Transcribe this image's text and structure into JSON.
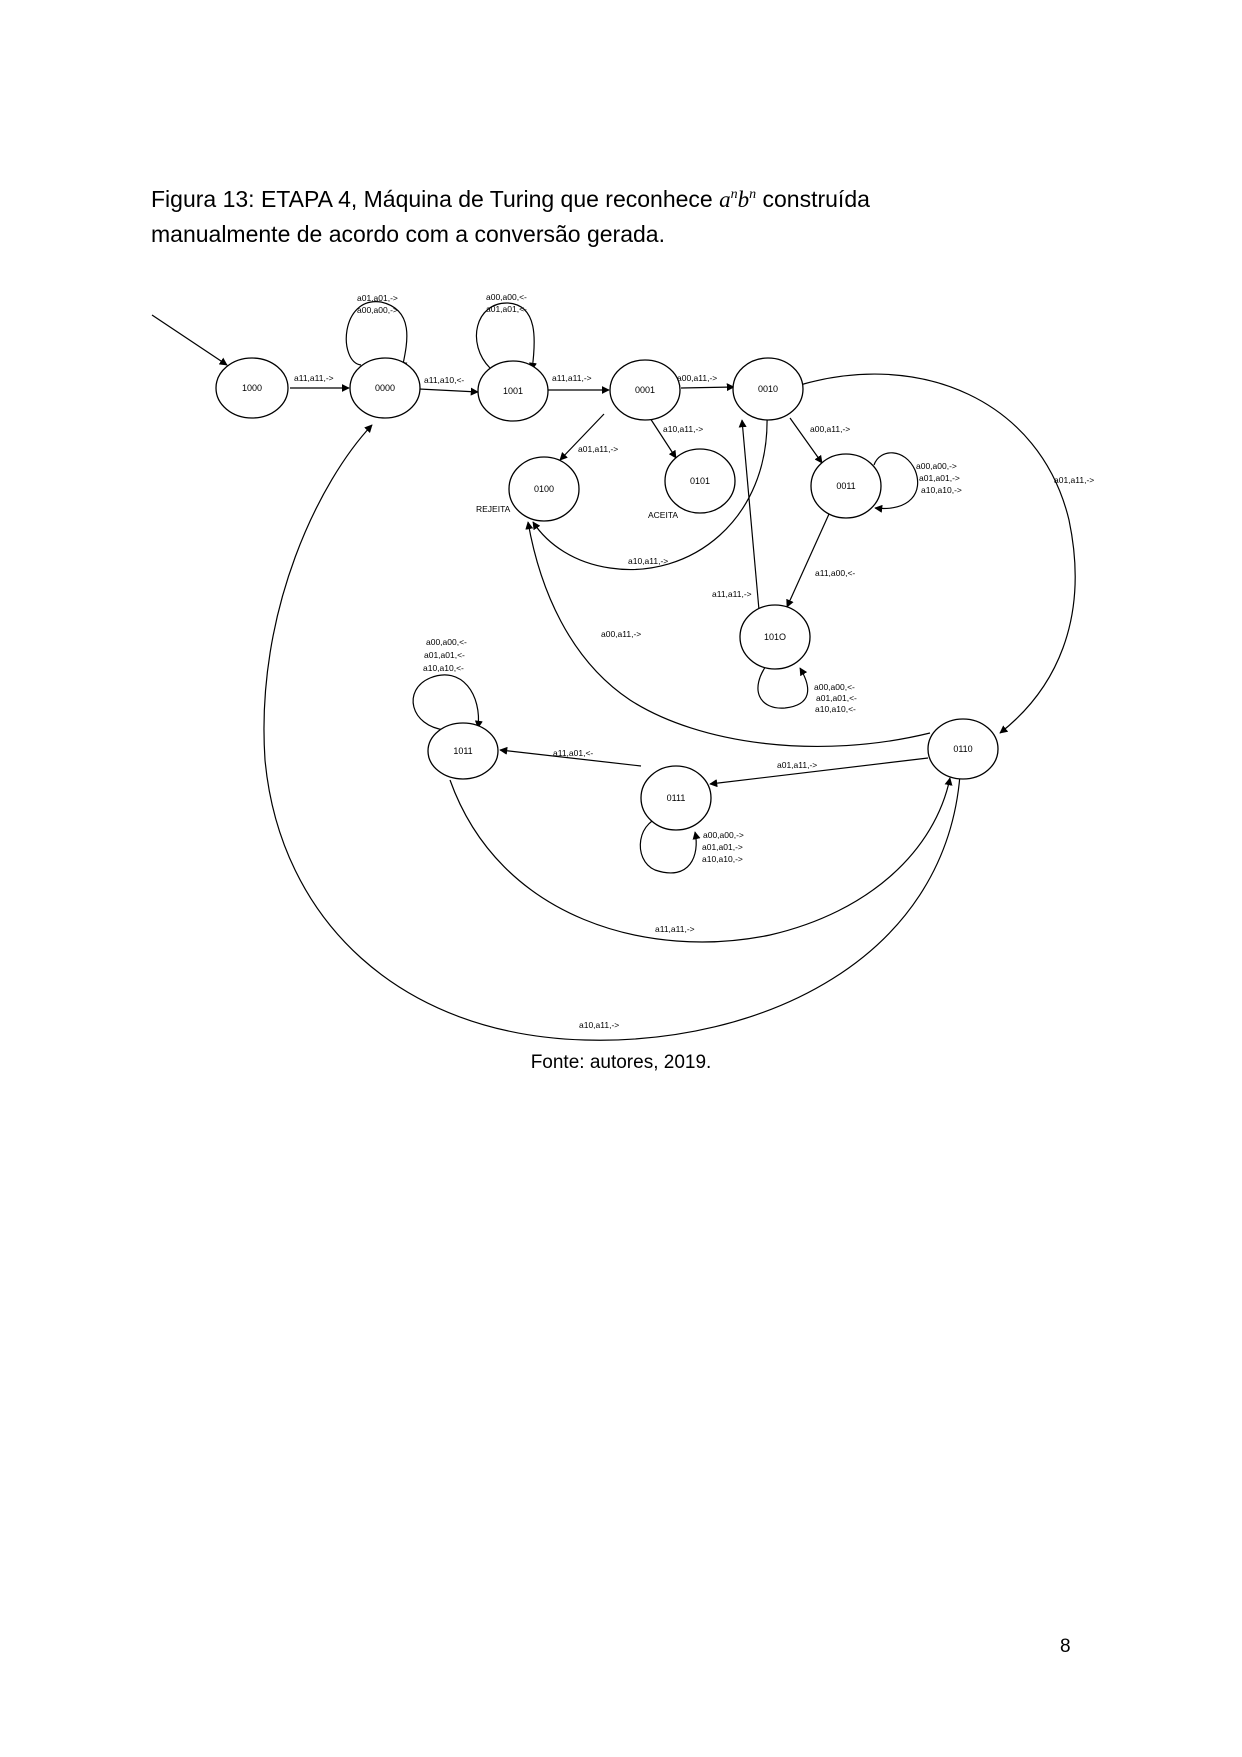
{
  "caption": {
    "prefix": "Figura 13: ETAPA 4, Máquina de Turing que reconhece",
    "math_a": "a",
    "math_sup1": "n",
    "math_b": "b",
    "math_sup2": "n",
    "suffix_line1": "construída",
    "line2": "manualmente de acordo com a conversão gerada."
  },
  "diagram": {
    "states": {
      "s1000": "1000",
      "s0000": "0000",
      "s1001": "1001",
      "s0001": "0001",
      "s0010": "0010",
      "s0100": "0100",
      "s0101": "0101",
      "s0011": "0011",
      "s1010": "101O",
      "s1011": "1011",
      "s0111": "0111",
      "s0110": "0110"
    },
    "tags": {
      "rejeita": "REJEITA",
      "aceita": "ACEITA"
    },
    "edges": {
      "e1000_0000": "a11,a11,->",
      "loop0000_l1": "a01,a01,->",
      "loop0000_l2": "a00,a00,->",
      "e0000_1001": "a11,a10,<-",
      "loop1001_l1": "a00,a00,<-",
      "loop1001_l2": "a01,a01,<-",
      "e1001_0001": "a11,a11,->",
      "e0001_0010": "a00,a11,->",
      "e0001_0101": "a10,a11,->",
      "e0001_0100": "a01,a11,->",
      "e0010_0011": "a00,a11,->",
      "loop0011_l1": "a00,a00,->",
      "loop0011_l2": "a01,a01,->",
      "loop0011_l3": "a10,a10,->",
      "e0010_0110": "a01,a11,->",
      "e0010_0100": "a10,a11,->",
      "e0011_1010": "a11,a00,<-",
      "e1010_0010": "a11,a11,->",
      "loop1010_l1": "a00,a00,<-",
      "loop1010_l2": "a01,a01,<-",
      "loop1010_l3": "a10,a10,<-",
      "e0110_0100": "a00,a11,->",
      "e0110_0111": "a01,a11,->",
      "e0111_1011": "a11,a01,<-",
      "loop0111_l1": "a00,a00,->",
      "loop0111_l2": "a01,a01,->",
      "loop0111_l3": "a10,a10,->",
      "loop1011_l1": "a00,a00,<-",
      "loop1011_l2": "a01,a01,<-",
      "loop1011_l3": "a10,a10,<-",
      "e1011_0110": "a11,a11,->",
      "e0110_0000": "a10,a11,->"
    }
  },
  "source": "Fonte: autores, 2019.",
  "page_number": "8"
}
